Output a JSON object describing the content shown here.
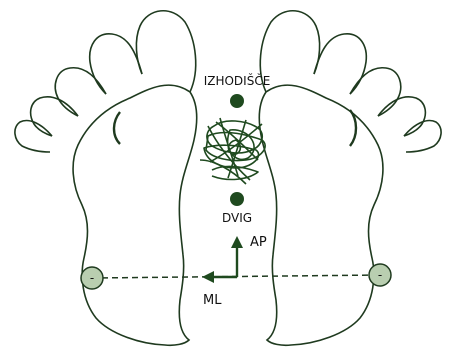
{
  "labels": {
    "start": "IZHODIŠČE",
    "end": "DVIG",
    "ap": "AP",
    "ml": "ML",
    "marker_left": "-",
    "marker_right": "-"
  },
  "colors": {
    "outline": "#1f3a1f",
    "dot": "#1f4a1f",
    "marker_fill": "#b9ceb0",
    "trace": "#1f4a1f"
  }
}
